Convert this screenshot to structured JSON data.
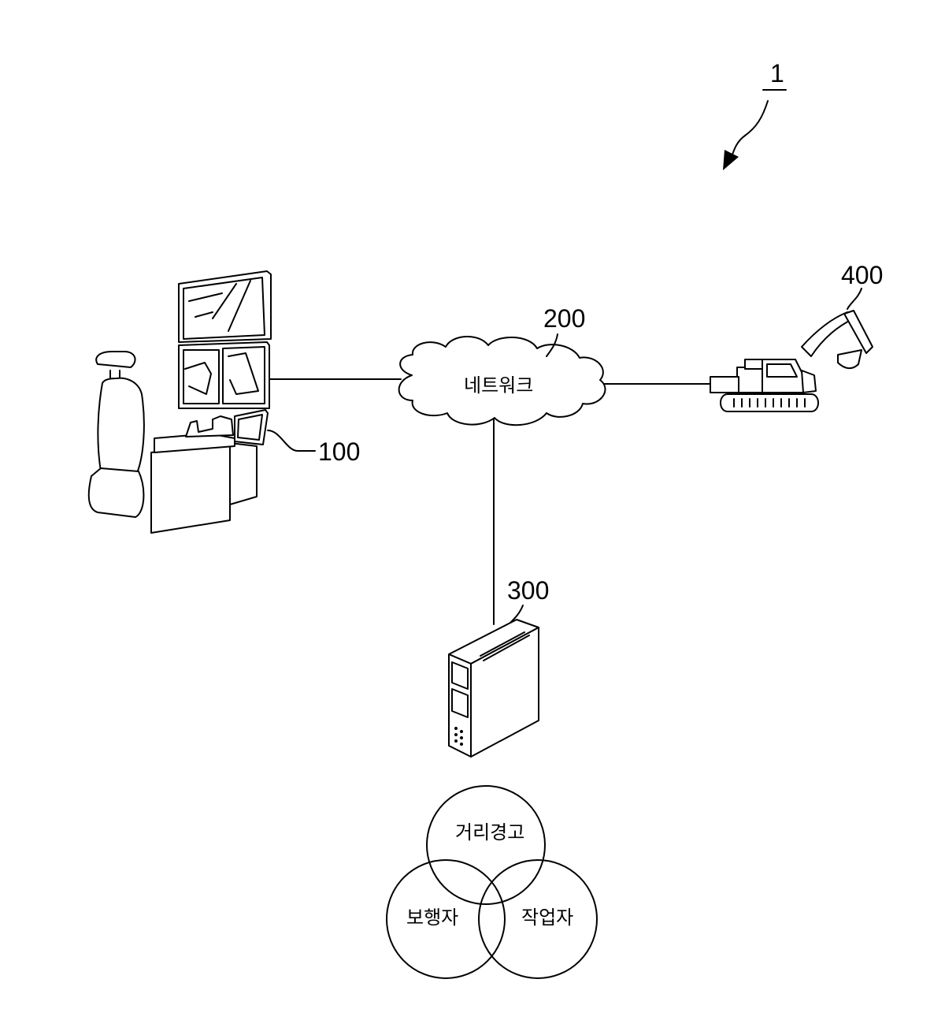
{
  "figure": {
    "system_ref": "1",
    "nodes": [
      {
        "id": "operator_station",
        "ref": "100"
      },
      {
        "id": "network",
        "ref": "200",
        "label": "네트워크"
      },
      {
        "id": "server",
        "ref": "300"
      },
      {
        "id": "excavator",
        "ref": "400"
      }
    ],
    "venn": {
      "circles": [
        "거리경고",
        "보행자",
        "작업자"
      ]
    }
  }
}
